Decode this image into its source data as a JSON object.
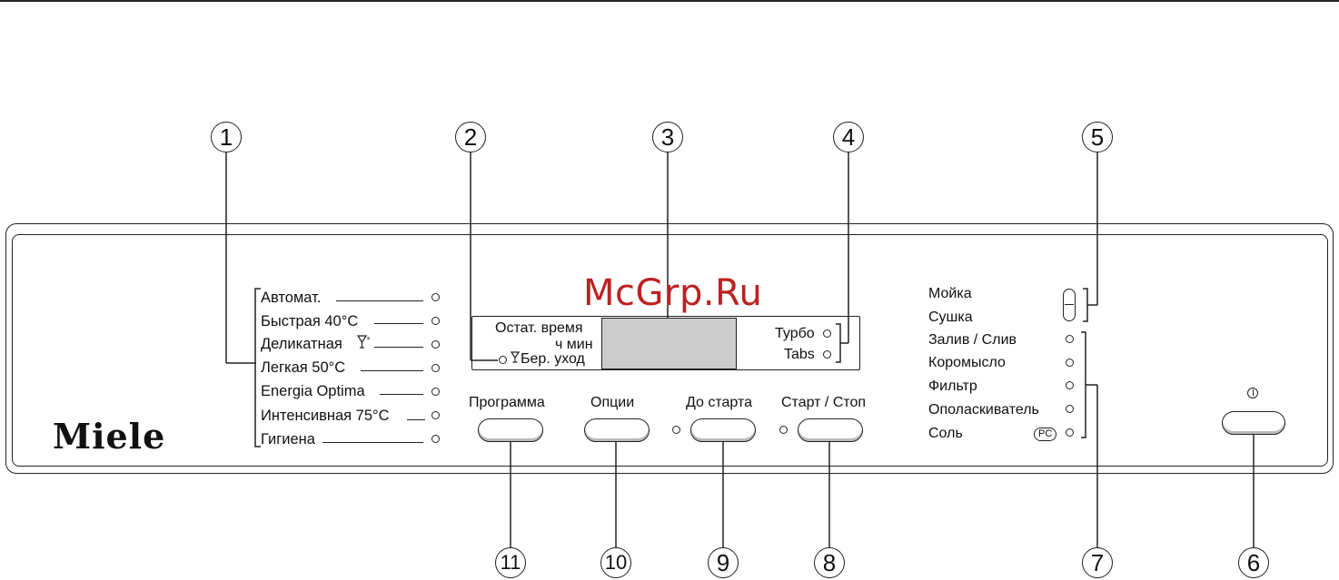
{
  "watermark": "McGrp.Ru",
  "brand": "Miele",
  "callouts": [
    "1",
    "2",
    "3",
    "4",
    "5",
    "6",
    "7",
    "8",
    "9",
    "10",
    "11"
  ],
  "programs": [
    "Автомат.",
    "Быстрая 40°C",
    "Деликатная",
    "Легкая 50°C",
    "Energia Optima",
    "Интенсивная 75°C",
    "Гигиена"
  ],
  "display": {
    "remaining_time": "Остат. время",
    "hours_minutes": "ч мин",
    "gentle_care": "Бер. уход",
    "turbo": "Турбо",
    "tabs": "Tabs"
  },
  "buttons": {
    "program": "Программа",
    "options": "Опции",
    "delay_start": "До старта",
    "start_stop": "Старт / Стоп"
  },
  "status": {
    "wash": "Мойка",
    "dry": "Сушка",
    "fill_drain": "Залив / Слив",
    "spray_arm": "Коромысло",
    "filter": "Фильтр",
    "rinse_aid": "Ополаскиватель",
    "salt": "Соль",
    "pc_badge": "PC"
  },
  "icons": [
    "glass-icon",
    "power-icon"
  ]
}
